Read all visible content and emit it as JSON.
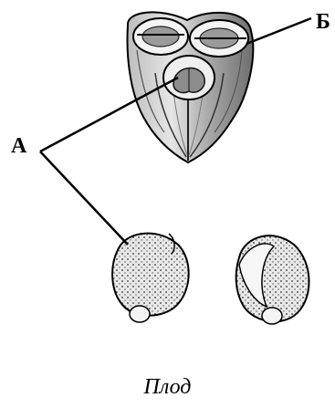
{
  "labels": {
    "a": "А",
    "b": "Б"
  },
  "caption": "Плод",
  "colors": {
    "ink": "#000000",
    "paper": "#ffffff",
    "shade": "#8a8a8a",
    "light": "#dcdcdc"
  }
}
